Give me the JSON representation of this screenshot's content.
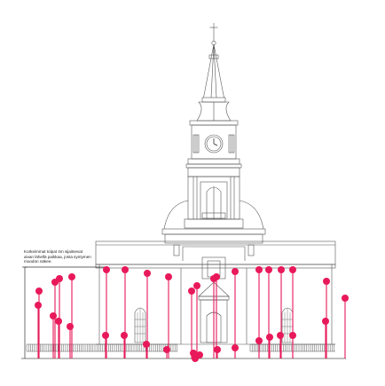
{
  "annotation": {
    "lines": [
      "Korkeimmat tolpat 4m sijaitsevat",
      "aivan lähellä paikkaa, josta syntymen",
      "muodon näkee."
    ]
  },
  "colors": {
    "ink": "#555555",
    "pole": "#e8195a",
    "background": "#ffffff"
  },
  "icons": [
    "cross-icon",
    "clock-face-icon"
  ]
}
